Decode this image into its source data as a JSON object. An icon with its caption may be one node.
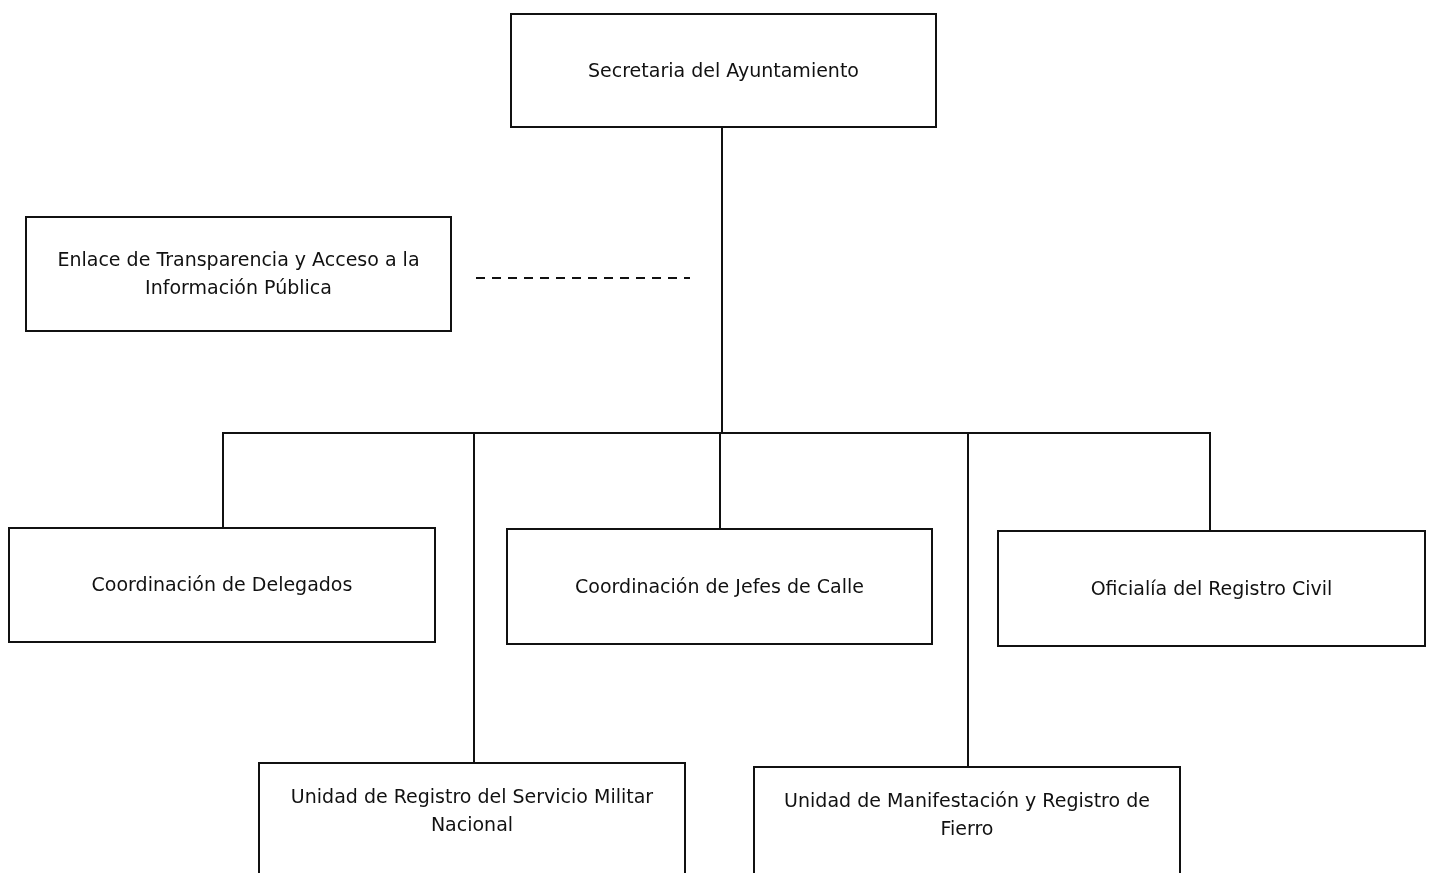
{
  "diagram": {
    "nodes": [
      {
        "text": [
          "Secretaria del Ayuntamiento"
        ]
      },
      {
        "text": [
          "Enlace de Transparencia y Acceso a la Información Pública"
        ]
      },
      {
        "text": [
          "Coordinación de Delegados"
        ]
      },
      {
        "text": [
          "Coordinación de Jefes de Calle"
        ]
      },
      {
        "text": [
          "Oficialía del Registro Civil"
        ]
      },
      {
        "text": [
          "Unidad de Registro del Servicio Militar Nacional"
        ]
      },
      {
        "text": [
          "Unidad de Manifestación y Registro de Fierro"
        ]
      }
    ],
    "edges": [
      {
        "from": 0,
        "to": 2,
        "arrow": "none"
      },
      {
        "from": 0,
        "to": 5,
        "arrow": "none"
      },
      {
        "from": 0,
        "to": 3,
        "arrow": "none"
      },
      {
        "from": 0,
        "to": 6,
        "arrow": "none"
      },
      {
        "from": 0,
        "to": 4,
        "arrow": "none"
      },
      {
        "from": 1,
        "to": null,
        "arrow": "none",
        "style": "dashed"
      }
    ]
  }
}
